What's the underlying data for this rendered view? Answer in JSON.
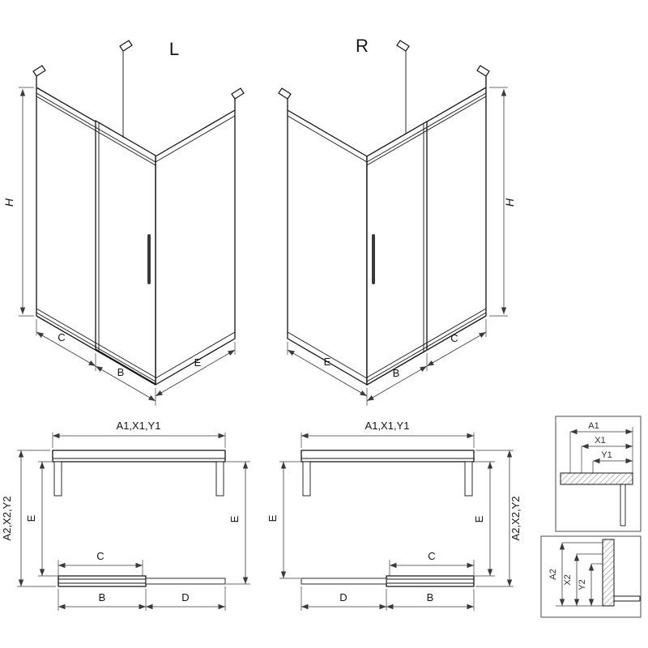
{
  "drawing": {
    "iso_left": {
      "variant": "L",
      "dim_height": "H",
      "dim_bottom_left": "C",
      "dim_bottom_middle": "B",
      "dim_bottom_right": "E"
    },
    "iso_right": {
      "variant": "R",
      "dim_height": "H",
      "dim_bottom_left": "E",
      "dim_bottom_middle": "B",
      "dim_bottom_right": "C"
    },
    "plan_left": {
      "dim_top": "A1,X1,Y1",
      "dim_left_outer": "A2,X2,Y2",
      "dim_left_inner": "E",
      "dim_right": "E",
      "dim_opening": "C",
      "dim_bottom_left": "B",
      "dim_bottom_right": "D"
    },
    "plan_right": {
      "dim_top": "A1,X1,Y1",
      "dim_left": "E",
      "dim_right_inner": "E",
      "dim_right_outer": "A2,X2,Y2",
      "dim_opening": "C",
      "dim_bottom_left": "D",
      "dim_bottom_right": "B"
    },
    "detail_top": {
      "dims": [
        "A1",
        "X1",
        "Y1"
      ]
    },
    "detail_bottom": {
      "dims": [
        "A2",
        "X2",
        "Y2"
      ]
    }
  },
  "colors": {
    "line": "#141414",
    "dimension": "#3a3a3a",
    "background": "#ffffff"
  }
}
